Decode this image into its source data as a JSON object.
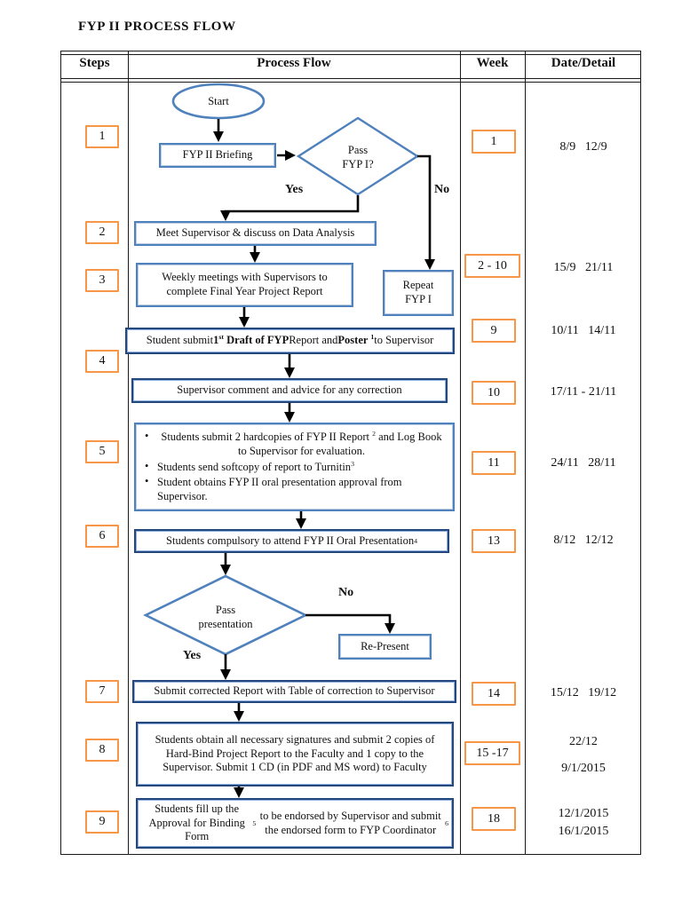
{
  "page": {
    "title": "FYP II PROCESS FLOW"
  },
  "table": {
    "headers": {
      "steps": "Steps",
      "process": "Process Flow",
      "week": "Week",
      "date": "Date/Detail"
    },
    "steps": [
      "1",
      "2",
      "3",
      "4",
      "5",
      "6",
      "7",
      "8",
      "9"
    ],
    "weeks": [
      "1",
      "2 - 10",
      "9",
      "10",
      "11",
      "13",
      "14",
      "15 -17",
      "18"
    ],
    "dates": [
      "8/9   12/9",
      "15/9   21/11",
      "10/11   14/11",
      "17/11 - 21/11",
      "24/11   28/11",
      "8/12   12/12",
      "15/12   19/12",
      "22/12\n9/1/2015",
      "12/1/2015\n16/1/2015"
    ]
  },
  "flow": {
    "start": "Start",
    "briefing": "FYP II Briefing",
    "decision1": "Pass\nFYP I?",
    "yes1": "Yes",
    "no1": "No",
    "repeat": "Repeat\nFYP I",
    "box2": "Meet Supervisor & discuss on Data Analysis",
    "box3": "Weekly meetings with Supervisors to\ncomplete Final Year Project Report",
    "box4_html": "Student submit <b>1<sup>st</sup> Draft of FYP</b> Report and <b>Poster <sup>1</sup></b> to Supervisor",
    "box5": "Supervisor comment and advice for any correction",
    "bullet1_html": "Students submit 2 hardcopies of FYP II Report <sup>2</sup> and Log Book to Supervisor for evaluation.",
    "bullet2_html": "Students send softcopy of report to Turnitin<sup>3</sup>",
    "bullet3_html": "Student obtains FYP II oral presentation approval from Supervisor.",
    "box6_html": "Students compulsory to attend FYP II Oral Presentation<sup>4</sup>",
    "decision2": "Pass\npresentation",
    "yes2": "Yes",
    "no2": "No",
    "represent": "Re-Present",
    "box7": "Submit corrected Report with Table of correction to Supervisor",
    "box8": "Students obtain all necessary signatures and submit 2 copies of Hard-Bind Project Report to the Faculty and 1 copy to the Supervisor. Submit 1 CD (in PDF and MS word) to Faculty",
    "box9_html": "Students fill up the Approval for Binding Form<sup>5</sup> to be endorsed by Supervisor and submit the endorsed form to FYP Coordinator<sup>6</sup>"
  },
  "colors": {
    "shape_stroke_light": "#4F81BD",
    "shape_stroke_dark": "#24477E",
    "step_week_border": "#F79646",
    "arrow": "#000000",
    "grid": "#1a1a1a"
  }
}
